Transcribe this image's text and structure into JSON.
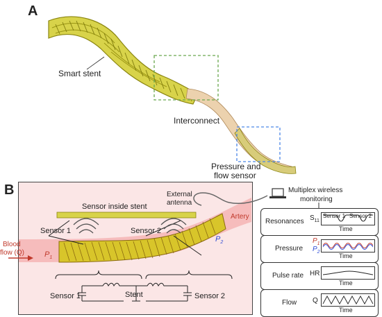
{
  "panel_a": {
    "letter": "A",
    "labels": {
      "smart_stent": "Smart stent",
      "interconnect": "Interconnect",
      "pressure_sensor_line1": "Pressure and",
      "pressure_sensor_line2": "flow sensor"
    }
  },
  "panel_b": {
    "letter": "B",
    "labels": {
      "sensor_inside_stent": "Sensor inside stent",
      "sensor1_top": "Sensor 1",
      "sensor2_top": "Sensor 2",
      "external_antenna_line1": "External",
      "external_antenna_line2": "antenna",
      "multiplex_line1": "Multiplex wireless",
      "multiplex_line2": "monitoring",
      "artery": "Artery",
      "blood_flow_line1": "Blood",
      "blood_flow_line2": "flow (Q)",
      "p1": "P",
      "p1_sub": "1",
      "p2": "P",
      "p2_sub": "2",
      "sensor1_bottom": "Sensor 1",
      "stent_bottom": "Stent",
      "sensor2_bottom": "Sensor 2"
    }
  },
  "monitoring": [
    {
      "label": "Resonances",
      "axis": "S",
      "axis_sub": "11",
      "time": "Time",
      "legend1": "Sensor 1",
      "legend2": "Sensor 2"
    },
    {
      "label": "Pressure",
      "axis1": "P",
      "axis1_sub": "1",
      "axis2": "P",
      "axis2_sub": "2",
      "time": "Time"
    },
    {
      "label": "Pulse rate",
      "axis": "HR",
      "time": "Time"
    },
    {
      "label": "Flow",
      "axis": "Q",
      "time": "Time"
    }
  ],
  "colors": {
    "stent": "#c8c32a",
    "stent_dark": "#8a8510",
    "interconnect": "#e8c9a0",
    "green_box": "#6aa84f",
    "blue_box": "#4a86e8",
    "artery": "#f4b4b4",
    "p1": "#c0392b",
    "p2": "#2e4bd6"
  }
}
